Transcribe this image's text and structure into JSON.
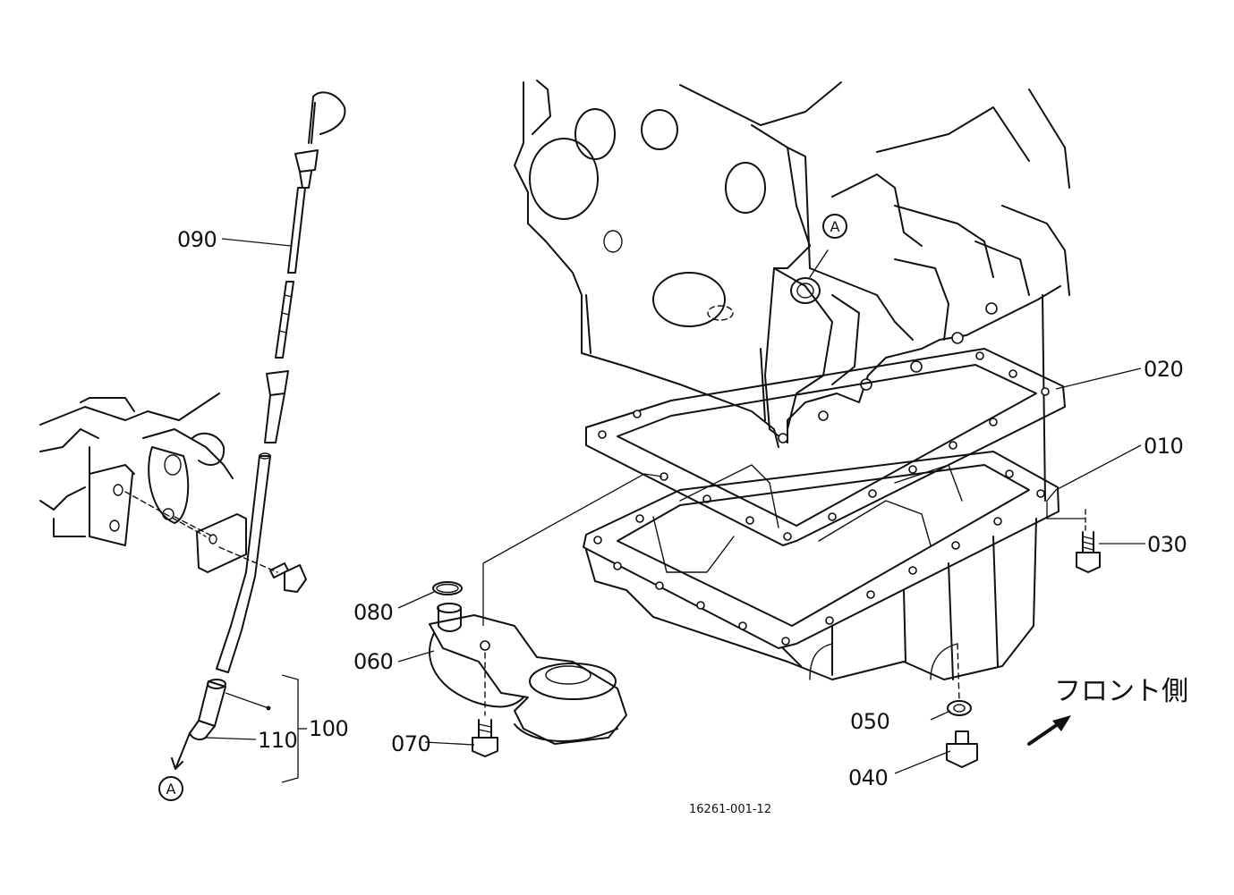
{
  "figure": {
    "drawing_number": "16261-001-12",
    "front_direction_label": "フロント側",
    "reference_marker": "A"
  },
  "parts": [
    {
      "id": "part-010",
      "callout": "010"
    },
    {
      "id": "part-020",
      "callout": "020"
    },
    {
      "id": "part-030",
      "callout": "030"
    },
    {
      "id": "part-040",
      "callout": "040"
    },
    {
      "id": "part-050",
      "callout": "050"
    },
    {
      "id": "part-060",
      "callout": "060"
    },
    {
      "id": "part-070",
      "callout": "070"
    },
    {
      "id": "part-080",
      "callout": "080"
    },
    {
      "id": "part-090",
      "callout": "090"
    },
    {
      "id": "part-100",
      "callout": "100"
    },
    {
      "id": "part-110",
      "callout": "110"
    }
  ],
  "colors": {
    "ink": "#111111",
    "paper": "#ffffff"
  }
}
